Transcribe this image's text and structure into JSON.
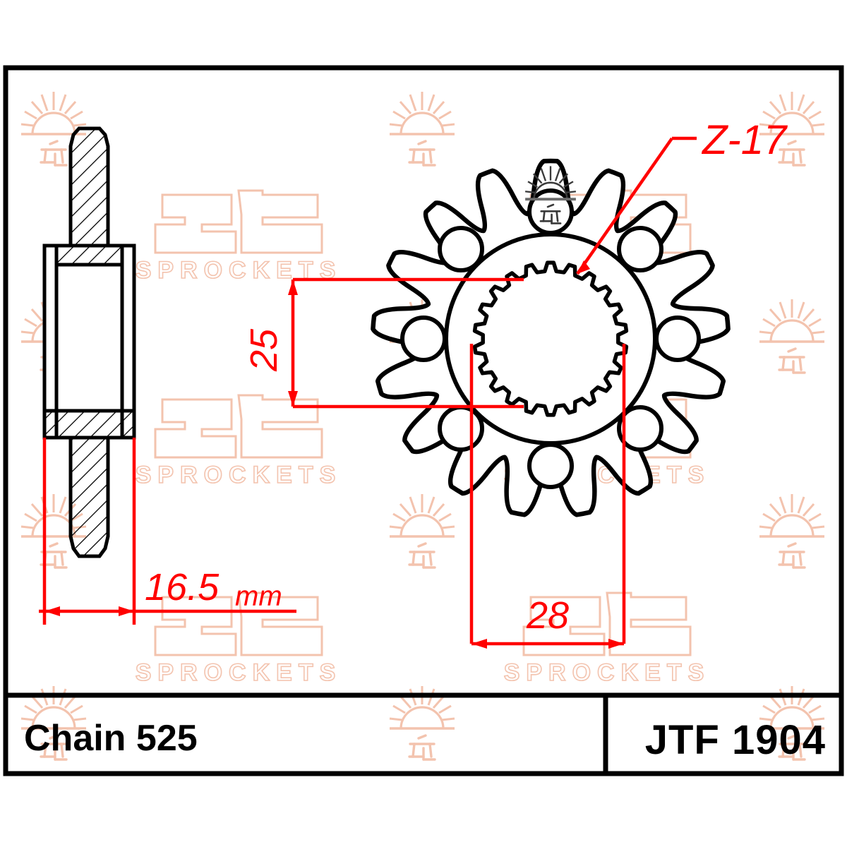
{
  "drawing": {
    "title_block": {
      "chain_label": "Chain 525",
      "part_number": "JTF 1904"
    },
    "annotations": {
      "teeth_callout": "Z-17",
      "thickness": "16.5",
      "thickness_unit": "mm",
      "bore_height": "25",
      "bore_width": "28"
    },
    "watermark": {
      "brand_top": "JT",
      "brand_bottom": "SPROCKETS",
      "sun_icon": "sunrise-icon",
      "glyph": "光"
    },
    "geometry": {
      "teeth_count": 17,
      "lightening_holes": 8,
      "spline_count": 22
    },
    "colors": {
      "ink": "#000000",
      "dimension": "#ff0000",
      "watermark": "#f3c3ae",
      "watermark_dark": "#555555",
      "paper": "#ffffff"
    }
  }
}
